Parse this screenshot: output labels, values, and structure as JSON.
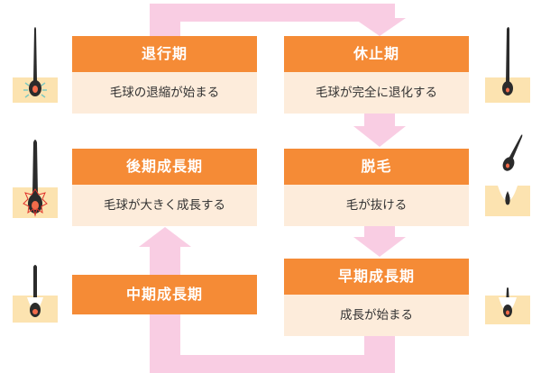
{
  "stages": {
    "regression": {
      "title": "退行期",
      "desc": "毛球の退縮が始まる"
    },
    "telogen": {
      "title": "休止期",
      "desc": "毛球が完全に退化する"
    },
    "late_anagen": {
      "title": "後期成長期",
      "desc": "毛球が大きく成長する"
    },
    "shedding": {
      "title": "脱毛",
      "desc": "毛が抜ける"
    },
    "mid_anagen": {
      "title": "中期成長期"
    },
    "early_anagen": {
      "title": "早期成長期",
      "desc": "成長が始まる"
    }
  },
  "colors": {
    "header": "#f58b36",
    "body": "#fdecdb",
    "arrow": "#f9cde3",
    "skin": "#fce3b0",
    "hair": "#2b2b2b",
    "bulb": "#f26b4a"
  }
}
